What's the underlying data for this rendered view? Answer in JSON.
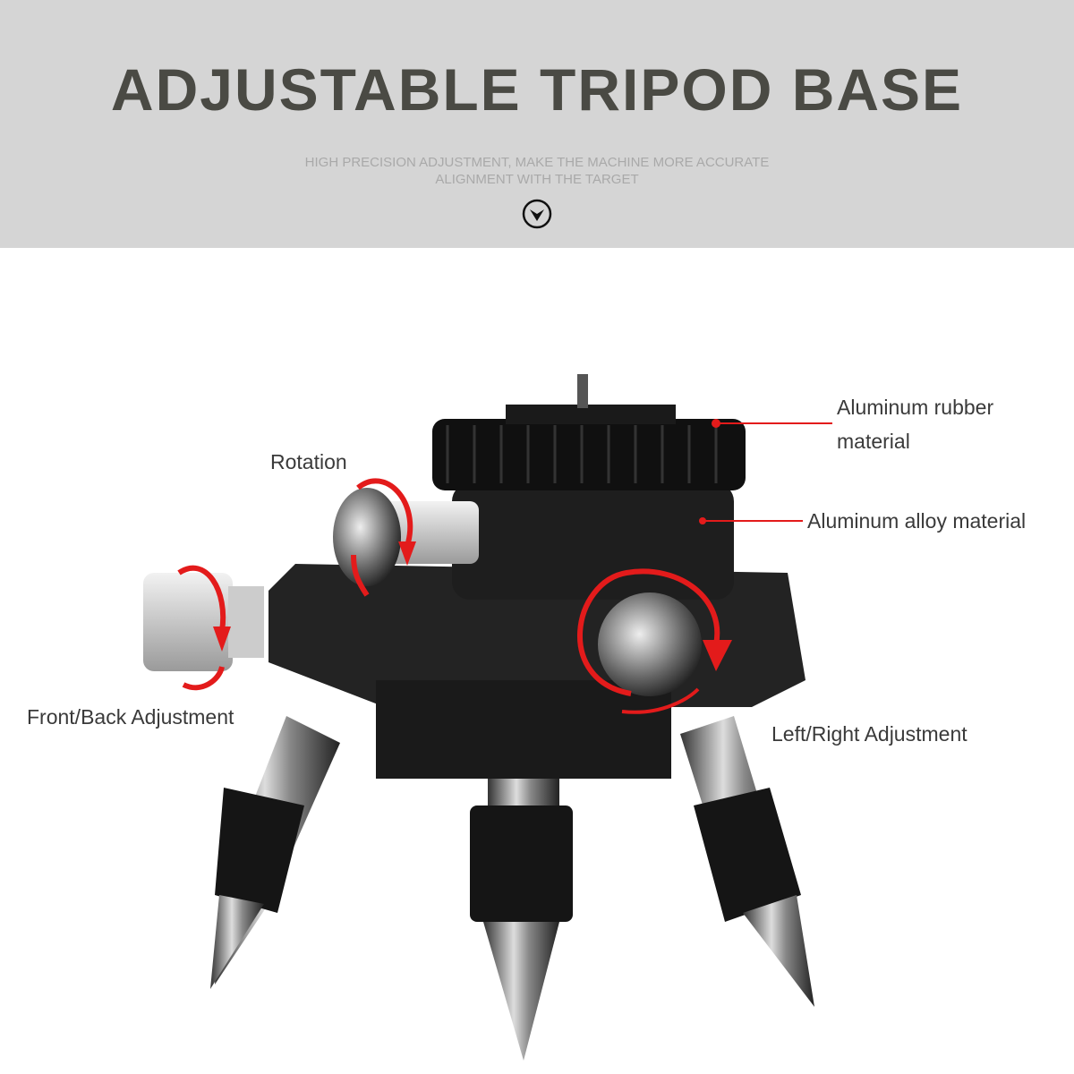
{
  "header": {
    "title": "ADJUSTABLE TRIPOD BASE",
    "subtitle_line1": "HIGH PRECISION ADJUSTMENT, MAKE THE MACHINE MORE ACCURATE",
    "subtitle_line2": "ALIGNMENT WITH THE TARGET",
    "icon": "chevron-down-circle-icon"
  },
  "labels": {
    "rotation": "Rotation",
    "front_back": "Front/Back Adjustment",
    "left_right": "Left/Right Adjustment",
    "rubber_line1": "Aluminum rubber",
    "rubber_line2": "material",
    "alloy": "Aluminum alloy material"
  },
  "colors": {
    "accent_red": "#e31b1b",
    "header_bg": "#d5d5d5",
    "title": "#4a4a44"
  }
}
